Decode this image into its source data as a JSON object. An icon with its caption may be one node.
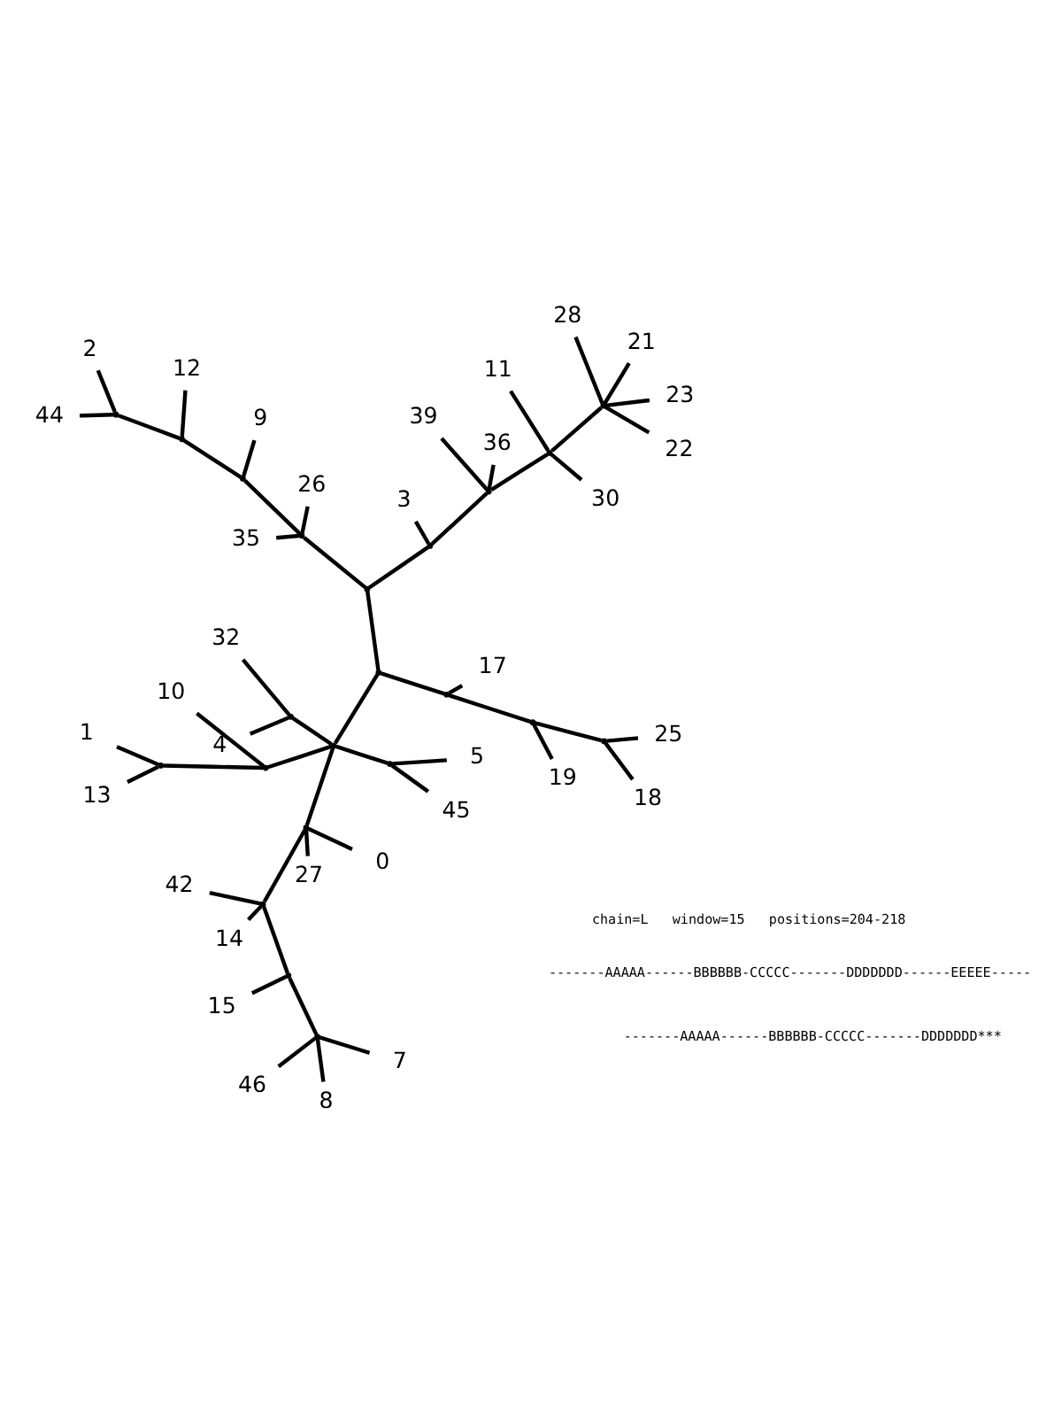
{
  "diagram": {
    "nodes": [
      {
        "text": [
          "46"
        ]
      },
      {
        "text": [
          "7"
        ]
      },
      {
        "text": [
          "8"
        ]
      },
      {
        "text": [
          "15"
        ]
      },
      {
        "text": [
          "25"
        ]
      },
      {
        "text": [
          "18"
        ]
      },
      {
        "text": [
          "19"
        ]
      },
      {
        "text": [
          "17"
        ]
      },
      {
        "text": [
          "35"
        ]
      },
      {
        "text": [
          "26"
        ]
      },
      {
        "text": [
          "14"
        ]
      },
      {
        "text": [
          "42"
        ]
      },
      {
        "text": [
          "9"
        ]
      },
      {
        "text": [
          "0"
        ]
      },
      {
        "text": [
          "12"
        ]
      },
      {
        "text": [
          "27"
        ]
      },
      {
        "text": [
          "44"
        ]
      },
      {
        "text": [
          "2"
        ]
      },
      {
        "text": [
          "4"
        ]
      },
      {
        "text": [
          "32"
        ]
      },
      {
        "text": [
          "3"
        ]
      },
      {
        "text": [
          "39"
        ]
      },
      {
        "text": [
          "10"
        ]
      },
      {
        "text": [
          "5"
        ]
      },
      {
        "text": [
          "36"
        ]
      },
      {
        "text": [
          "45"
        ]
      },
      {
        "text": [
          "11"
        ]
      },
      {
        "text": [
          "28"
        ]
      },
      {
        "text": [
          "30"
        ]
      },
      {
        "text": [
          "22"
        ]
      },
      {
        "text": [
          "21"
        ]
      },
      {
        "text": [
          "23"
        ]
      },
      {
        "text": [
          "13"
        ]
      },
      {
        "text": [
          "1"
        ]
      },
      {
        "text": [],
        "shape": "point"
      },
      {
        "text": [],
        "shape": "point"
      },
      {
        "text": [],
        "shape": "point"
      },
      {
        "text": [],
        "shape": "point"
      },
      {
        "text": [],
        "shape": "point"
      },
      {
        "text": [],
        "shape": "point"
      },
      {
        "text": [],
        "shape": "point"
      },
      {
        "text": [],
        "shape": "point"
      },
      {
        "text": [],
        "shape": "point"
      },
      {
        "text": [],
        "shape": "point"
      },
      {
        "text": [],
        "shape": "point"
      },
      {
        "text": [],
        "shape": "point"
      },
      {
        "text": [],
        "shape": "point"
      },
      {
        "text": [],
        "shape": "point"
      },
      {
        "text": [],
        "shape": "point"
      },
      {
        "text": [],
        "shape": "point"
      },
      {
        "text": [],
        "shape": "point"
      },
      {
        "text": [],
        "shape": "point"
      },
      {
        "text": [],
        "shape": "point"
      },
      {
        "text": [],
        "shape": "point"
      },
      {
        "text": [],
        "shape": "point"
      },
      {
        "text": [],
        "shape": "point"
      }
    ],
    "edges": [
      {
        "from": 34,
        "to": 35,
        "arrow": "none"
      },
      {
        "from": 35,
        "to": 36,
        "arrow": "none"
      },
      {
        "from": 34,
        "to": 37,
        "arrow": "none"
      },
      {
        "from": 37,
        "to": 8,
        "arrow": "none"
      },
      {
        "from": 37,
        "to": 9,
        "arrow": "none"
      },
      {
        "from": 37,
        "to": 38,
        "arrow": "none"
      },
      {
        "from": 38,
        "to": 12,
        "arrow": "none"
      },
      {
        "from": 38,
        "to": 39,
        "arrow": "none"
      },
      {
        "from": 39,
        "to": 14,
        "arrow": "none"
      },
      {
        "from": 39,
        "to": 40,
        "arrow": "none"
      },
      {
        "from": 40,
        "to": 16,
        "arrow": "none"
      },
      {
        "from": 40,
        "to": 17,
        "arrow": "none"
      },
      {
        "from": 35,
        "to": 41,
        "arrow": "none"
      },
      {
        "from": 41,
        "to": 7,
        "arrow": "none"
      },
      {
        "from": 41,
        "to": 42,
        "arrow": "none"
      },
      {
        "from": 42,
        "to": 6,
        "arrow": "none"
      },
      {
        "from": 42,
        "to": 43,
        "arrow": "none"
      },
      {
        "from": 43,
        "to": 5,
        "arrow": "none"
      },
      {
        "from": 43,
        "to": 4,
        "arrow": "none"
      },
      {
        "from": 36,
        "to": 44,
        "arrow": "none"
      },
      {
        "from": 44,
        "to": 13,
        "arrow": "none"
      },
      {
        "from": 44,
        "to": 15,
        "arrow": "none"
      },
      {
        "from": 44,
        "to": 45,
        "arrow": "none"
      },
      {
        "from": 45,
        "to": 11,
        "arrow": "none"
      },
      {
        "from": 45,
        "to": 10,
        "arrow": "none"
      },
      {
        "from": 45,
        "to": 46,
        "arrow": "none"
      },
      {
        "from": 46,
        "to": 3,
        "arrow": "none"
      },
      {
        "from": 46,
        "to": 47,
        "arrow": "none"
      },
      {
        "from": 47,
        "to": 0,
        "arrow": "none"
      },
      {
        "from": 47,
        "to": 1,
        "arrow": "none"
      },
      {
        "from": 47,
        "to": 2,
        "arrow": "none"
      },
      {
        "from": 36,
        "to": 48,
        "arrow": "none"
      },
      {
        "from": 48,
        "to": 18,
        "arrow": "none"
      },
      {
        "from": 48,
        "to": 19,
        "arrow": "none"
      },
      {
        "from": 36,
        "to": 49,
        "arrow": "none"
      },
      {
        "from": 49,
        "to": 25,
        "arrow": "none"
      },
      {
        "from": 49,
        "to": 23,
        "arrow": "none"
      },
      {
        "from": 36,
        "to": 50,
        "arrow": "none"
      },
      {
        "from": 50,
        "to": 22,
        "arrow": "none"
      },
      {
        "from": 50,
        "to": 51,
        "arrow": "none"
      },
      {
        "from": 51,
        "to": 32,
        "arrow": "none"
      },
      {
        "from": 51,
        "to": 33,
        "arrow": "none"
      },
      {
        "from": 34,
        "to": 52,
        "arrow": "none"
      },
      {
        "from": 52,
        "to": 20,
        "arrow": "none"
      },
      {
        "from": 52,
        "to": 53,
        "arrow": "none"
      },
      {
        "from": 53,
        "to": 21,
        "arrow": "none"
      },
      {
        "from": 53,
        "to": 24,
        "arrow": "none"
      },
      {
        "from": 53,
        "to": 54,
        "arrow": "none"
      },
      {
        "from": 54,
        "to": 26,
        "arrow": "none"
      },
      {
        "from": 54,
        "to": 28,
        "arrow": "none"
      },
      {
        "from": 54,
        "to": 55,
        "arrow": "none"
      },
      {
        "from": 55,
        "to": 27,
        "arrow": "none"
      },
      {
        "from": 55,
        "to": 29,
        "arrow": "none"
      },
      {
        "from": 55,
        "to": 30,
        "arrow": "none"
      },
      {
        "from": 55,
        "to": 31,
        "arrow": "none"
      }
    ],
    "labels": [
      "chain=L   window=15   positions=204-218",
      "-------AAAAA------BBBBBB-CCCCC-------DDDDDDD------EEEEE-----",
      "-------AAAAA------BBBBBB-CCCCC-------DDDDDDD***"
    ]
  }
}
